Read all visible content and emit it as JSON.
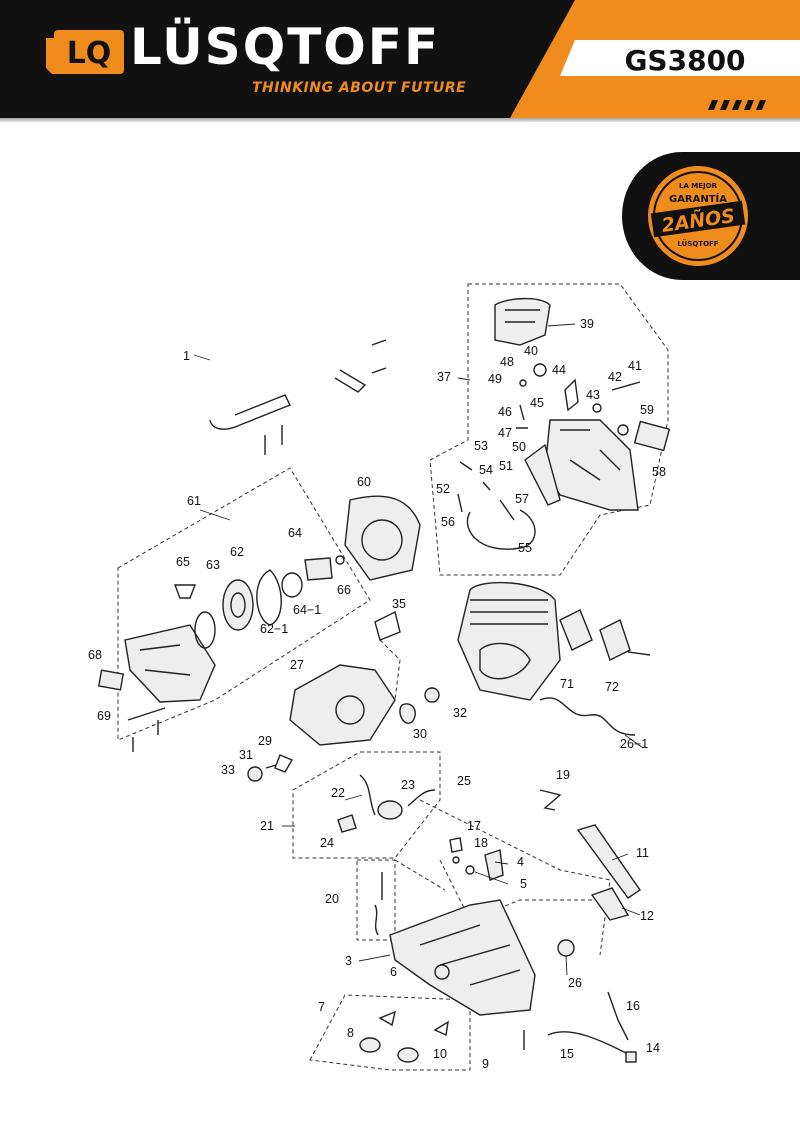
{
  "header": {
    "logo_mark": "LQ",
    "brand": "LÜSQTOFF",
    "tagline": "THINKING ABOUT FUTURE",
    "model": "GS3800",
    "colors": {
      "accent": "#f08c1e",
      "dark": "#111111"
    }
  },
  "badge": {
    "line1": "LA MEJOR",
    "line2": "GARANTÍA",
    "line3": "2AÑOS",
    "line4": "LÜSQTOFF"
  },
  "parts": {
    "p1": "1",
    "p3": "3",
    "p4": "4",
    "p5": "5",
    "p6": "6",
    "p7": "7",
    "p8": "8",
    "p9": "9",
    "p10": "10",
    "p11": "11",
    "p12": "12",
    "p14": "14",
    "p15": "15",
    "p16": "16",
    "p17": "17",
    "p18": "18",
    "p19": "19",
    "p20": "20",
    "p21": "21",
    "p22": "22",
    "p23": "23",
    "p24": "24",
    "p25": "25",
    "p26": "26",
    "p26_1": "26−1",
    "p27": "27",
    "p29": "29",
    "p30": "30",
    "p31": "31",
    "p32": "32",
    "p33": "33",
    "p35": "35",
    "p37": "37",
    "p39": "39",
    "p40": "40",
    "p41": "41",
    "p42": "42",
    "p43": "43",
    "p44": "44",
    "p45": "45",
    "p46": "46",
    "p47": "47",
    "p48": "48",
    "p49": "49",
    "p50": "50",
    "p51": "51",
    "p52": "52",
    "p53": "53",
    "p54": "54",
    "p55": "55",
    "p56": "56",
    "p57": "57",
    "p58": "58",
    "p59": "59",
    "p60": "60",
    "p61": "61",
    "p62": "62",
    "p62_1": "62−1",
    "p63": "63",
    "p64": "64",
    "p64_1": "64−1",
    "p65": "65",
    "p66": "66",
    "p68": "68",
    "p69": "69",
    "p71": "71",
    "p72": "72"
  }
}
